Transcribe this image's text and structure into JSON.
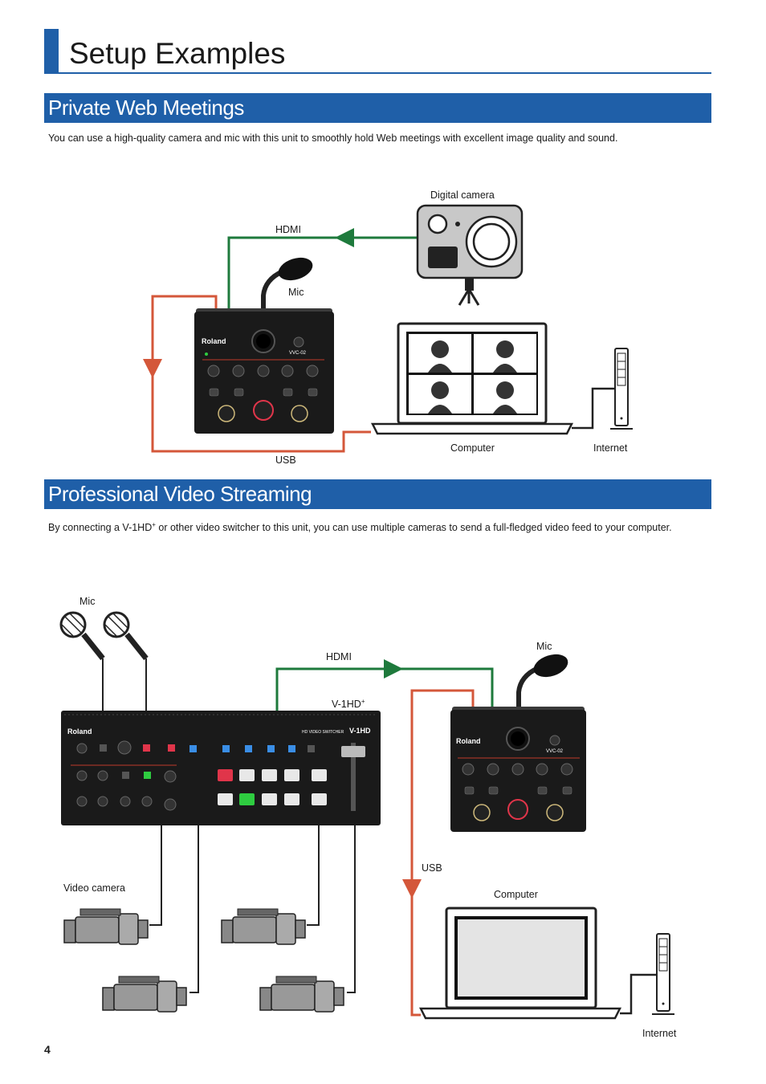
{
  "page": {
    "title": "Setup Examples",
    "number": "4"
  },
  "section1": {
    "heading": "Private Web Meetings",
    "description": "You can use a high-quality camera and mic with this unit to smoothly hold Web meetings with excellent image quality and sound.",
    "labels": {
      "digital_camera": "Digital camera",
      "hdmi": "HDMI",
      "mic": "Mic",
      "computer": "Computer",
      "internet": "Internet",
      "usb": "USB"
    },
    "device_brand": "Roland",
    "device_model": "VVC-02"
  },
  "section2": {
    "heading": "Professional Video Streaming",
    "description_pre": "By connecting a V-1HD",
    "description_sup": "+",
    "description_post": " or other video switcher to this unit, you can use multiple cameras to send a full-fledged video feed to your computer.",
    "labels": {
      "mic_left": "Mic",
      "hdmi": "HDMI",
      "mic_right": "Mic",
      "v1hd": "V-1HD",
      "v1hd_sup": "+",
      "usb": "USB",
      "video_camera": "Video camera",
      "computer": "Computer",
      "internet": "Internet"
    },
    "switcher_brand": "Roland",
    "switcher_model": "V-1HD",
    "switcher_subtitle": "HD VIDEO SWITCHER"
  },
  "colors": {
    "accent_blue": "#1f5fa8",
    "hdmi_green": "#1e7a3c",
    "usb_orange": "#d4573a"
  }
}
